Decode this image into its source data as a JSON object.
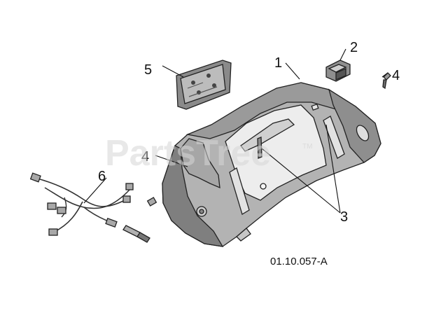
{
  "callouts": [
    {
      "id": "1",
      "label": "1"
    },
    {
      "id": "2",
      "label": "2"
    },
    {
      "id": "3",
      "label": "3"
    },
    {
      "id": "4a",
      "label": "4"
    },
    {
      "id": "4b",
      "label": "4"
    },
    {
      "id": "5",
      "label": "5"
    },
    {
      "id": "6",
      "label": "6"
    }
  ],
  "reference_code": "01.10.057-A",
  "watermark": {
    "text": "PartsTree",
    "trademark": "TM"
  }
}
